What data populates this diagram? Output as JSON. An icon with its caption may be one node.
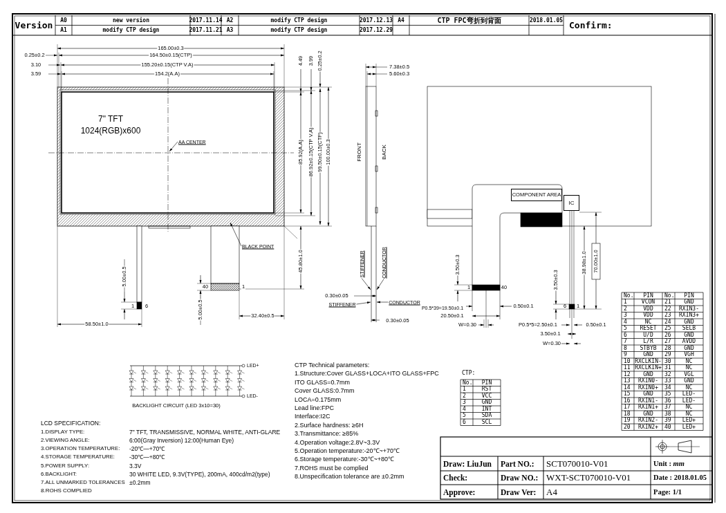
{
  "diagram": {
    "nodes": [
      {
        "text": [
          "AA CENTER"
        ]
      },
      {
        "text": [
          "BLACK POINT"
        ]
      },
      {
        "text": [
          "STIFFENER"
        ]
      },
      {
        "text": [
          "CONDUCTOR"
        ]
      },
      {
        "text": [
          "STIFFENER"
        ]
      },
      {
        "text": [
          "CONDUCTOR"
        ]
      },
      {
        "text": [
          "COMPONENT AREA"
        ]
      },
      {
        "text": [
          "IC"
        ]
      },
      {
        "text": [],
        "shape": "bar"
      }
    ],
    "edges": [
      {
        "from": 0,
        "to": null,
        "arrow": "to"
      },
      {
        "from": 1,
        "to": null,
        "arrow": "to"
      },
      {
        "from": 2,
        "to": 8,
        "arrow": "to"
      },
      {
        "from": 3,
        "to": 8,
        "arrow": "to"
      },
      {
        "from": 4,
        "to": 8,
        "arrow": "to"
      },
      {
        "from": 5,
        "to": 8,
        "arrow": "to"
      }
    ],
    "labels": [
      "Version",
      "A0",
      "new version",
      "2017.11.14",
      "A2",
      "modify CTP design",
      "2017.12.13",
      "A4",
      "CTP FPC弯折到背面",
      "2018.01.05",
      "Confirm:",
      "A1",
      "modify CTP design",
      "2017.11.21",
      "A3",
      "modify CTP design",
      "2017.12.29",
      "165.00±0.3",
      "0.25±0.2",
      "164.50±0.15(CTP)",
      "3.10",
      "155.20±0.15(CTP V.A)",
      "3.59",
      "154.2(A.A)",
      "4.49",
      "3.99",
      "0.25±0.2",
      "7\" TFT",
      "1024(RGB)x600",
      "85.92(A.A)",
      "86.92±0.15(CTP V.A)",
      "99.50±0.15(CTP)",
      "100.00±0.3",
      "45.80±1.0",
      "5.00±0.5",
      "1",
      "6",
      "40",
      "1",
      "5.00±0.5",
      "32.40±0.5",
      "58.50±1.0",
      "7.38±0.5",
      "5.60±0.3",
      "FRONT",
      "BACK",
      "0.30±0.05",
      "0.30±0.05",
      "3.50±0.3",
      "1",
      "40",
      "P0.5*39=19.50±0.1",
      "0.50±0.1",
      "20.50±0.1",
      "W=0.30",
      "3.50±0.3",
      "6",
      "1",
      "38.98±1.0",
      "70.00±1.0",
      "P0.5*5=2.50±0.1",
      "0.50±0.1",
      "3.50±0.1",
      "W=0.30",
      "LED+",
      "LED-",
      "BACKLIGHT CIRCUIT (LED 3x10=30)",
      "LCD SPECIFICATION:",
      "1.DISPLAY TYPE:",
      "7\" TFT, TRANSMISSIVE, NORMAL WHITE, ANTI-GLARE",
      "2.VIEWING ANGLE:",
      "6:00(Gray Inversion) 12:00(Human Eye)",
      "3.OPERATION TEMPERATURE:",
      "-20℃—+70℃",
      "4.STORAGE TEMPERATURE:",
      "-30℃—+80℃",
      "5.POWER SUPPLY:",
      "3.3V",
      "6.BACKLIGHT:",
      "30 WHITE LED, 9.3V(TYPE), 200mA, 400cd/m2(type)",
      "7.ALL UNMARKED TOLERANCES",
      "±0.2mm",
      "8.ROHS COMPLIED",
      "CTP Technical parameters:",
      "1.Structure:Cover GLASS+LOCA+ITO GLASS+FPC",
      "ITO GLASS=0.7mm",
      "Cover GLASS:0.7mm",
      "LOCA=0.175mm",
      "Lead line:FPC",
      "Interface:I2C",
      "2.Surface hardness: ≥6H",
      "3.Transmittance: ≥85%",
      "4.Operation voltage:2.8V~3.3V",
      "5.Operation temperature:-20℃~+70℃",
      "6.Storage temperature:-30℃~+80℃",
      "7.ROHS must be complied",
      "8.Unspecification tolerance are ±0.2mm",
      "CTP:",
      "No.",
      "PIN",
      "1",
      "RST",
      "2",
      "VCC",
      "3",
      "GND",
      "4",
      "INT",
      "5",
      "SDA",
      "6",
      "SCL",
      "No.",
      "PIN",
      "No.",
      "PIN",
      "1",
      "VCON",
      "21",
      "GND",
      "2",
      "VDD",
      "22",
      "RXIN3-",
      "3",
      "VDD",
      "23",
      "RXIN3+",
      "4",
      "NC",
      "24",
      "GND",
      "5",
      "RESET",
      "25",
      "SELB",
      "6",
      "U/D",
      "26",
      "GND",
      "7",
      "L/R",
      "27",
      "AVDD",
      "8",
      "STBYB",
      "28",
      "GND",
      "9",
      "GND",
      "29",
      "VGH",
      "10",
      "RXCLKIN-",
      "30",
      "NC",
      "11",
      "RXCLKIN+",
      "31",
      "NC",
      "12",
      "GND",
      "32",
      "VGL",
      "13",
      "RXIN0-",
      "33",
      "GND",
      "14",
      "RXIN0+",
      "34",
      "NC",
      "15",
      "GND",
      "35",
      "LED-",
      "16",
      "RXIN1-",
      "36",
      "LED-",
      "17",
      "RXIN1+",
      "37",
      "NC",
      "18",
      "GND",
      "38",
      "NC",
      "19",
      "RXIN2-",
      "39",
      "LED+",
      "20",
      "RXIN2+",
      "40",
      "LED+",
      "Draw: LiuJun",
      "Part NO.:",
      "SCT070010-V01",
      "Unit : *mm*",
      "Check:",
      "Draw NO.:",
      "WXT-SCT070010-V01",
      "Date : 2018.01.05",
      "Approve:",
      "Draw Ver:",
      "A4",
      "Page: 1/1"
    ]
  }
}
